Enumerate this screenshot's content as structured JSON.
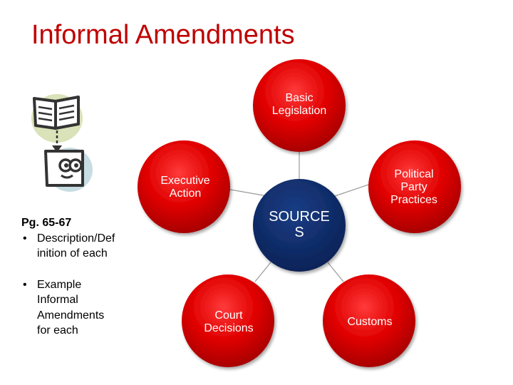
{
  "slide": {
    "title": "Informal Amendments",
    "center": "SOURCE\nS",
    "nodes": {
      "basic_legislation": "Basic\nLegislation",
      "executive_action": "Executive\nAction",
      "political_party_practices": "Political\nParty\nPractices",
      "court_decisions": "Court\nDecisions",
      "customs": "Customs"
    },
    "notes": {
      "heading": "Pg. 65-67",
      "bullets": [
        "Description/Def\ninition of each",
        "Example\nInformal\nAmendments\nfor each"
      ]
    },
    "clipart_icon": "book-and-person-reading-icon",
    "colors": {
      "title": "#c00000",
      "node_red": "#e00000",
      "center_navy": "#0d2a66"
    }
  }
}
